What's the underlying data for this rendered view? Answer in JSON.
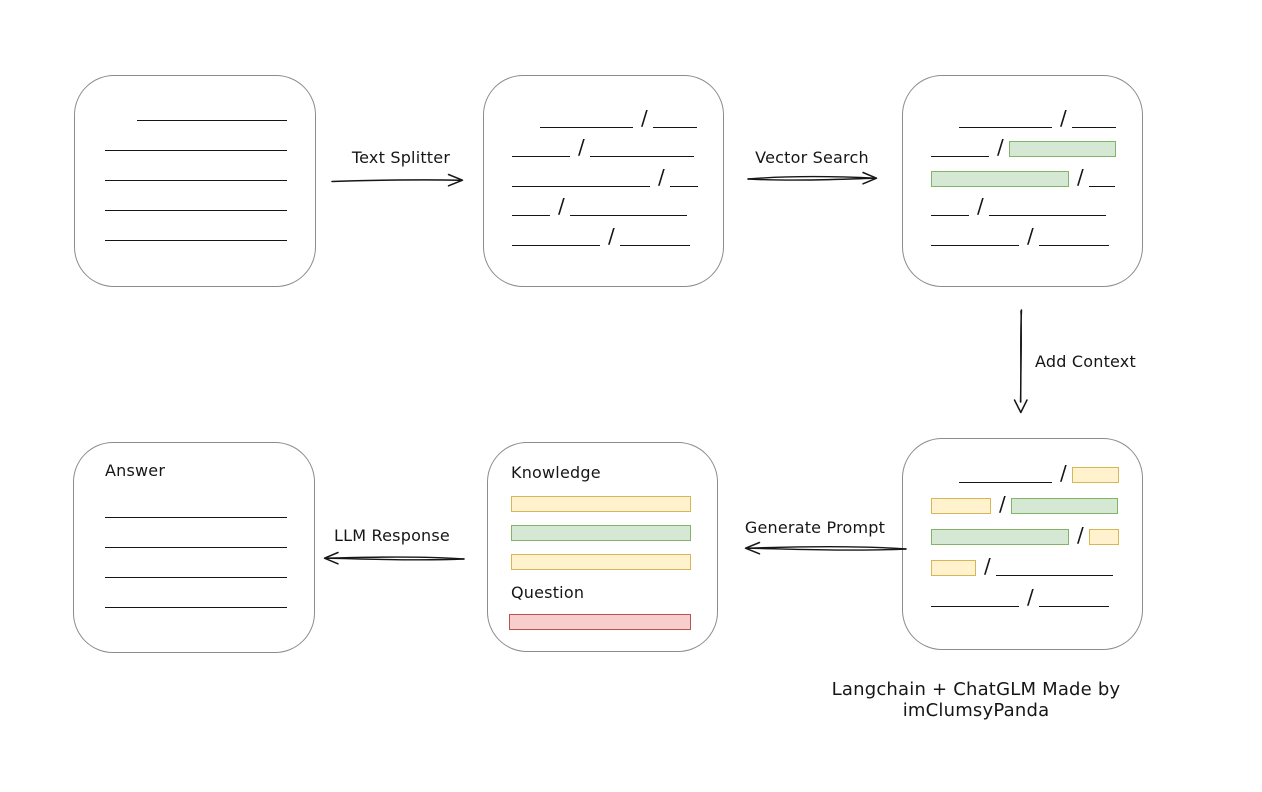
{
  "caption": "Langchain + ChatGLM Made by imClumsyPanda",
  "colors": {
    "box_border": "#8c8c8c",
    "line": "#161616",
    "green_fill": "#d5e8d4",
    "green_border": "#82b366",
    "yellow_fill": "#fff2cc",
    "yellow_border": "#d6b656",
    "red_fill": "#f8cecc",
    "red_border": "#b85450"
  },
  "arrows": {
    "text_splitter": {
      "label": "Text Splitter",
      "direction": "right"
    },
    "vector_search": {
      "label": "Vector Search",
      "direction": "right"
    },
    "add_context": {
      "label": "Add Context",
      "direction": "down"
    },
    "generate_prompt": {
      "label": "Generate Prompt",
      "direction": "left"
    },
    "llm_response": {
      "label": "LLM Response",
      "direction": "left"
    }
  },
  "boxes": {
    "document": {
      "rows": [
        {
          "indent": 32,
          "segs": [
            {
              "t": "line",
              "w": 150
            }
          ]
        },
        {
          "segs": [
            {
              "t": "line",
              "w": 182
            }
          ]
        },
        {
          "segs": [
            {
              "t": "line",
              "w": 182
            }
          ]
        },
        {
          "segs": [
            {
              "t": "line",
              "w": 182
            }
          ]
        },
        {
          "segs": [
            {
              "t": "line",
              "w": 182
            }
          ]
        }
      ]
    },
    "split_text": {
      "rows": [
        {
          "indent": 28,
          "segs": [
            {
              "t": "line",
              "w": 93
            },
            {
              "t": "line",
              "w": 44
            }
          ]
        },
        {
          "segs": [
            {
              "t": "line",
              "w": 58
            },
            {
              "t": "line",
              "w": 104
            }
          ]
        },
        {
          "segs": [
            {
              "t": "line",
              "w": 138
            },
            {
              "t": "line",
              "w": 28
            }
          ]
        },
        {
          "segs": [
            {
              "t": "line",
              "w": 38
            },
            {
              "t": "line",
              "w": 117
            }
          ]
        },
        {
          "segs": [
            {
              "t": "line",
              "w": 88
            },
            {
              "t": "line",
              "w": 70
            }
          ]
        }
      ]
    },
    "vector_matches": {
      "rows": [
        {
          "indent": 28,
          "segs": [
            {
              "t": "line",
              "w": 93
            },
            {
              "t": "line",
              "w": 44
            }
          ]
        },
        {
          "segs": [
            {
              "t": "line",
              "w": 58
            },
            {
              "t": "green",
              "w": 107
            }
          ]
        },
        {
          "segs": [
            {
              "t": "green",
              "w": 138
            },
            {
              "t": "line",
              "w": 26
            }
          ]
        },
        {
          "segs": [
            {
              "t": "line",
              "w": 38
            },
            {
              "t": "line",
              "w": 117
            }
          ]
        },
        {
          "segs": [
            {
              "t": "line",
              "w": 88
            },
            {
              "t": "line",
              "w": 70
            }
          ]
        }
      ]
    },
    "context_chunks": {
      "rows": [
        {
          "indent": 28,
          "segs": [
            {
              "t": "line",
              "w": 93
            },
            {
              "t": "yellow",
              "w": 47
            }
          ]
        },
        {
          "segs": [
            {
              "t": "yellow",
              "w": 60
            },
            {
              "t": "green",
              "w": 107
            }
          ]
        },
        {
          "segs": [
            {
              "t": "green",
              "w": 138
            },
            {
              "t": "yellow",
              "w": 30
            }
          ]
        },
        {
          "segs": [
            {
              "t": "yellow",
              "w": 45
            },
            {
              "t": "line",
              "w": 117
            }
          ]
        },
        {
          "segs": [
            {
              "t": "line",
              "w": 88
            },
            {
              "t": "line",
              "w": 70
            }
          ]
        }
      ]
    },
    "prompt": {
      "knowledge_label": "Knowledge",
      "question_label": "Question",
      "knowledge_bars": [
        "yellow",
        "green",
        "yellow"
      ],
      "question_bars": [
        "red"
      ]
    },
    "answer": {
      "label": "Answer",
      "rows": [
        {
          "segs": [
            {
              "t": "line",
              "w": 182
            }
          ]
        },
        {
          "segs": [
            {
              "t": "line",
              "w": 182
            }
          ]
        },
        {
          "segs": [
            {
              "t": "line",
              "w": 182
            }
          ]
        },
        {
          "segs": [
            {
              "t": "line",
              "w": 182
            }
          ]
        }
      ]
    }
  }
}
